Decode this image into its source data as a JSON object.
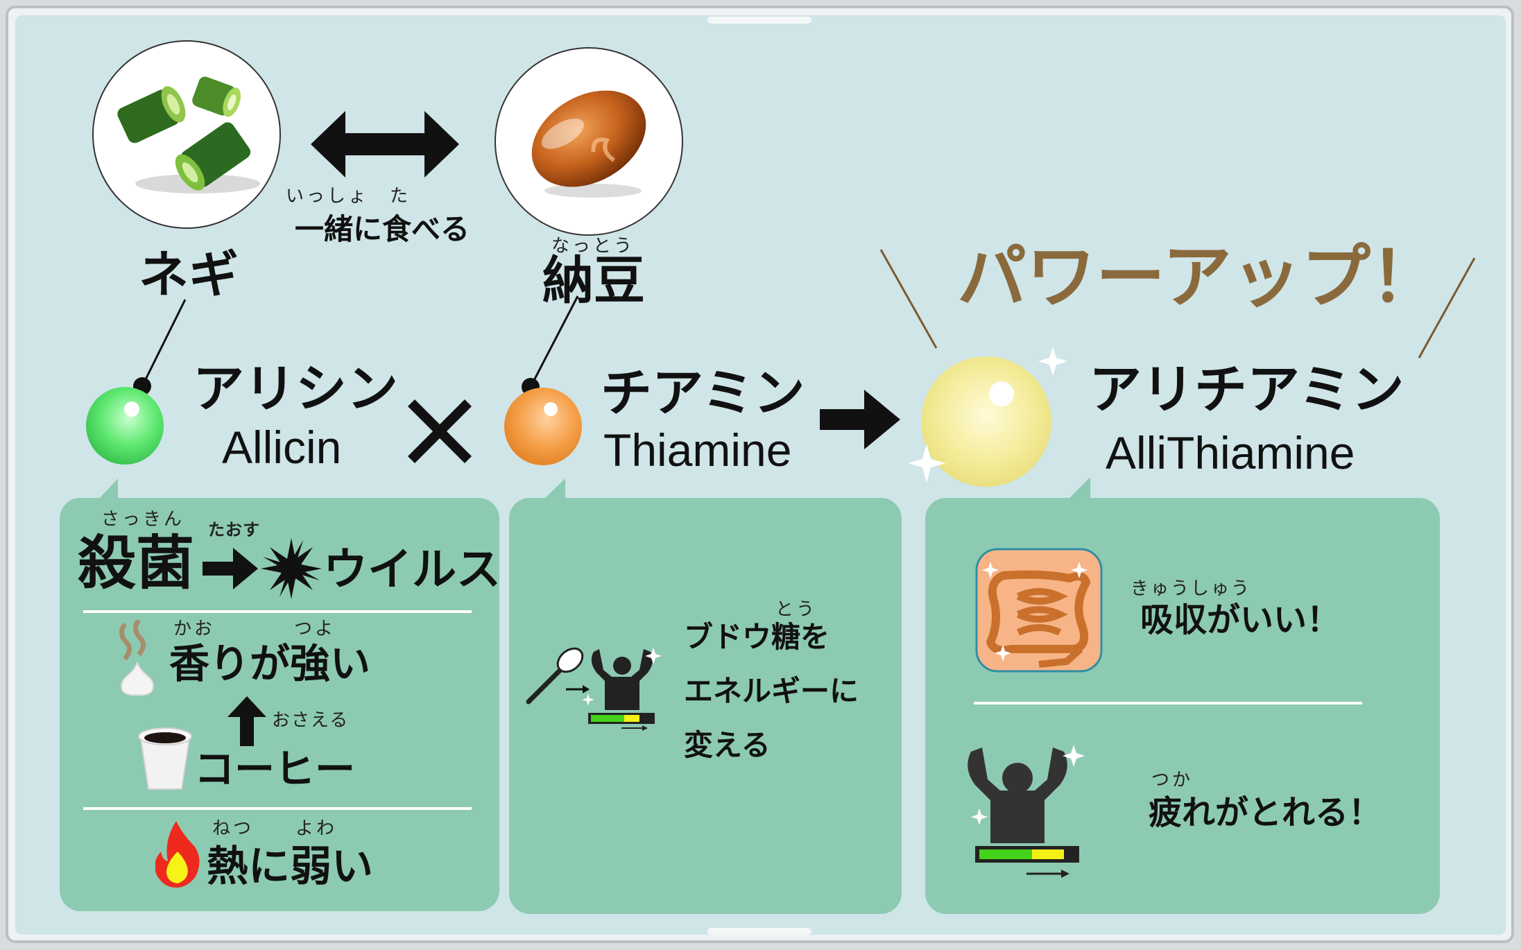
{
  "colors": {
    "panel_bg": "#cfe5e8",
    "box_bg": "#8dcab2",
    "power_up": "#8a6a3c",
    "allicin_ball": "#6ef07d",
    "thiamine_ball": "#f5a04a",
    "allithiamine_ball": "#f4ec9a"
  },
  "top": {
    "negi_ruby": "",
    "negi": "ネギ",
    "eat_together_ruby": "いっしょ　た",
    "eat_together": "一緒に食べる",
    "natto_ruby": "なっとう",
    "natto": "納豆",
    "power_up": "パワーアップ！"
  },
  "compounds": {
    "allicin_jp": "アリシン",
    "allicin_en": "Allicin",
    "thiamine_jp": "チアミン",
    "thiamine_en": "Thiamine",
    "allithiamine_jp": "アリチアミン",
    "allithiamine_en": "AlliThiamine"
  },
  "box_allicin": {
    "sterilize_ruby": "さっきん",
    "sterilize": "殺菌",
    "defeat_ruby": "たおす",
    "virus": "ウイルス",
    "smell_ruby1": "かお",
    "smell_ruby2": "つよ",
    "smell": "香りが強い",
    "suppress_ruby": "おさえる",
    "coffee": "コーヒー",
    "heat_ruby1": "ねつ",
    "heat_ruby2": "よわ",
    "heat": "熱に弱い"
  },
  "box_thiamine": {
    "sugar_ruby": "とう",
    "line1": "ブドウ糖を",
    "line2": "エネルギーに",
    "line3": "変える"
  },
  "box_allithiamine": {
    "absorb_ruby": "きゅうしゅう",
    "absorb": "吸収がいい！",
    "tired_ruby": "つか",
    "tired": "疲れがとれる！"
  }
}
